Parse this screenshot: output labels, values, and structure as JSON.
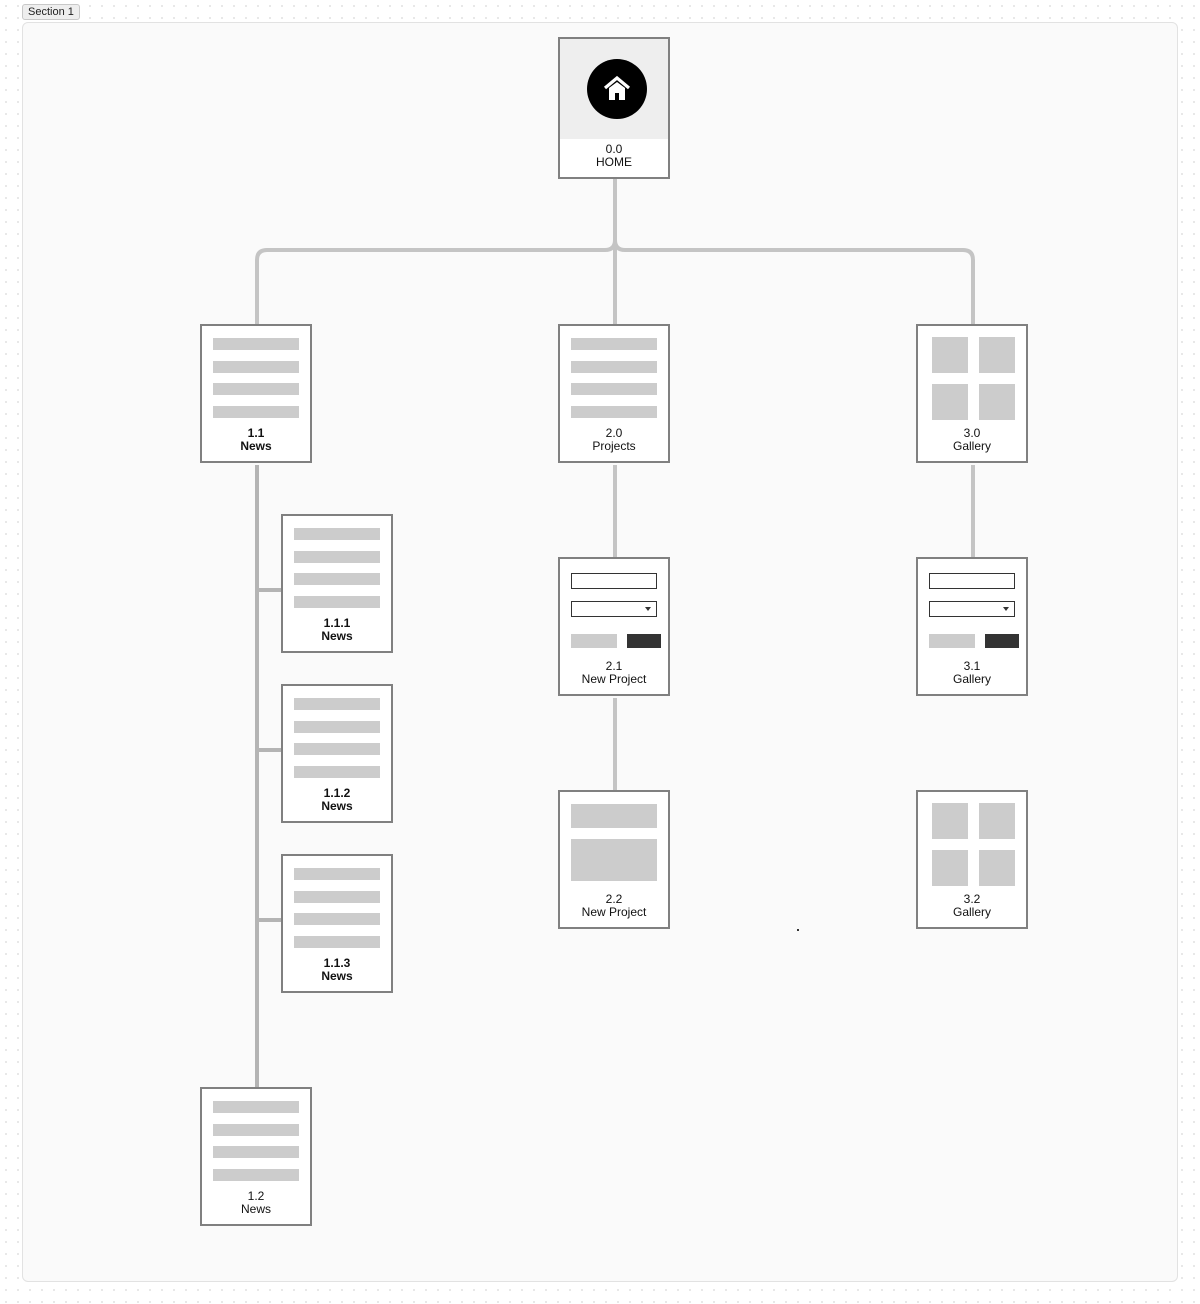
{
  "section": {
    "label": "Section 1"
  },
  "nodes": {
    "home": {
      "number": "0.0",
      "title": "HOME"
    },
    "news": {
      "number": "1.1",
      "title": "News"
    },
    "news_1_1_1": {
      "number": "1.1.1",
      "title": "News"
    },
    "news_1_1_2": {
      "number": "1.1.2",
      "title": "News"
    },
    "news_1_1_3": {
      "number": "1.1.3",
      "title": "News"
    },
    "news_1_2": {
      "number": "1.2",
      "title": "News"
    },
    "projects": {
      "number": "2.0",
      "title": "Projects"
    },
    "new_project": {
      "number": "2.1",
      "title": "New Project"
    },
    "new_project_2": {
      "number": "2.2",
      "title": "New Project"
    },
    "gallery": {
      "number": "3.0",
      "title": "Gallery"
    },
    "gallery_3_1": {
      "number": "3.1",
      "title": "Gallery"
    },
    "gallery_3_2": {
      "number": "3.2",
      "title": "Gallery"
    }
  },
  "icons": {
    "home": "home-icon"
  },
  "colors": {
    "connector": "#c4c4c4",
    "news_trunk": "#b4b4b4",
    "node_border": "#808080",
    "placeholder": "#cccccc",
    "dark_button": "#333333"
  }
}
